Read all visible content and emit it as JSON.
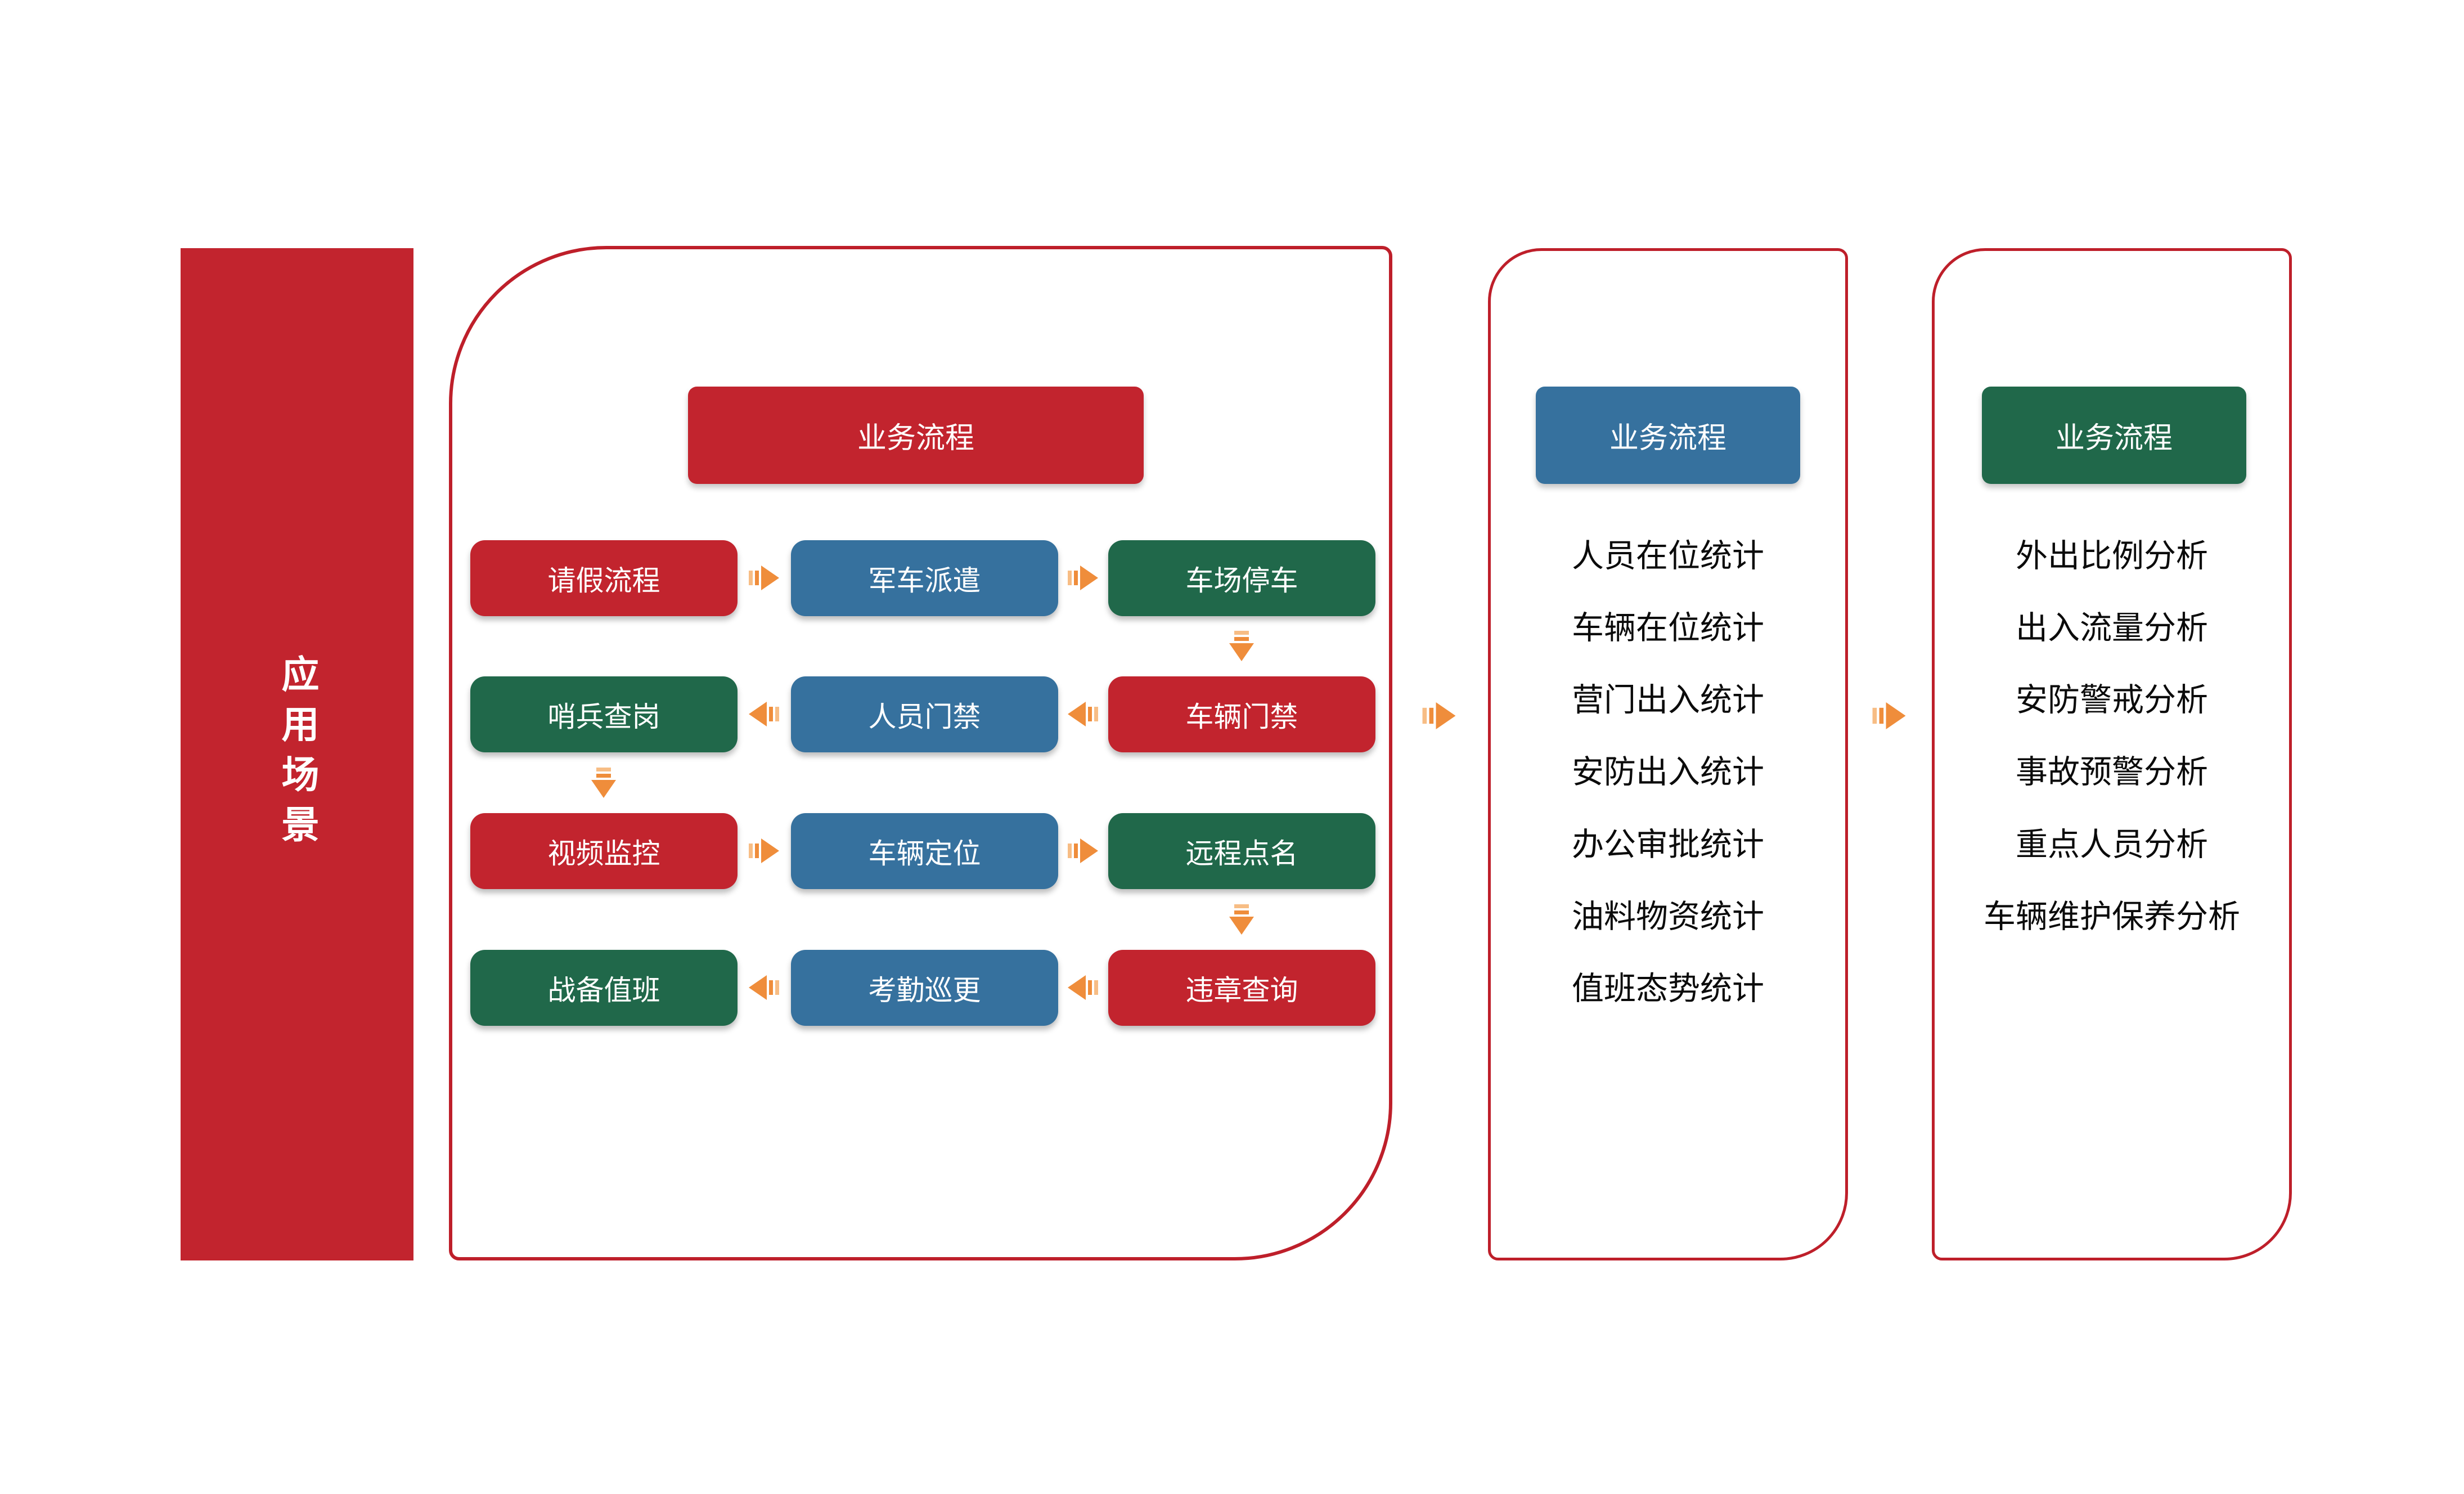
{
  "colors": {
    "red": "#C2242E",
    "blue": "#36719E",
    "green": "#20684A",
    "panel_border": "#BE1F2A",
    "orange": "#EF8D3B",
    "orange_pale": "#F7BD85",
    "list_text": "#0B0B0B",
    "box_text": "#FFFFFF",
    "background": "#FFFFFF"
  },
  "sidebar": {
    "label": "应用场景"
  },
  "flow_panel": {
    "header_label": "业务流程",
    "rows": [
      {
        "arrow_direction": "right",
        "boxes": [
          {
            "label": "请假流程",
            "color": "red"
          },
          {
            "label": "军车派遣",
            "color": "blue"
          },
          {
            "label": "车场停车",
            "color": "green"
          }
        ]
      },
      {
        "arrow_direction": "left",
        "boxes": [
          {
            "label": "哨兵查岗",
            "color": "green"
          },
          {
            "label": "人员门禁",
            "color": "blue"
          },
          {
            "label": "车辆门禁",
            "color": "red"
          }
        ]
      },
      {
        "arrow_direction": "right",
        "boxes": [
          {
            "label": "视频监控",
            "color": "red"
          },
          {
            "label": "车辆定位",
            "color": "blue"
          },
          {
            "label": "远程点名",
            "color": "green"
          }
        ]
      },
      {
        "arrow_direction": "left",
        "boxes": [
          {
            "label": "战备值班",
            "color": "green"
          },
          {
            "label": "考勤巡更",
            "color": "blue"
          },
          {
            "label": "违章查询",
            "color": "red"
          }
        ]
      }
    ],
    "down_connectors": [
      {
        "from": "车场停车",
        "to": "车辆门禁"
      },
      {
        "from": "哨兵查岗",
        "to": "视频监控"
      },
      {
        "from": "远程点名",
        "to": "违章查询"
      }
    ]
  },
  "stats_panel": {
    "header_label": "业务流程",
    "items": [
      "人员在位统计",
      "车辆在位统计",
      "营门出入统计",
      "安防出入统计",
      "办公审批统计",
      "油料物资统计",
      "值班态势统计"
    ]
  },
  "analysis_panel": {
    "header_label": "业务流程",
    "items": [
      "外出比例分析",
      "出入流量分析",
      "安防警戒分析",
      "事故预警分析",
      "重点人员分析",
      "车辆维护保养分析"
    ]
  }
}
